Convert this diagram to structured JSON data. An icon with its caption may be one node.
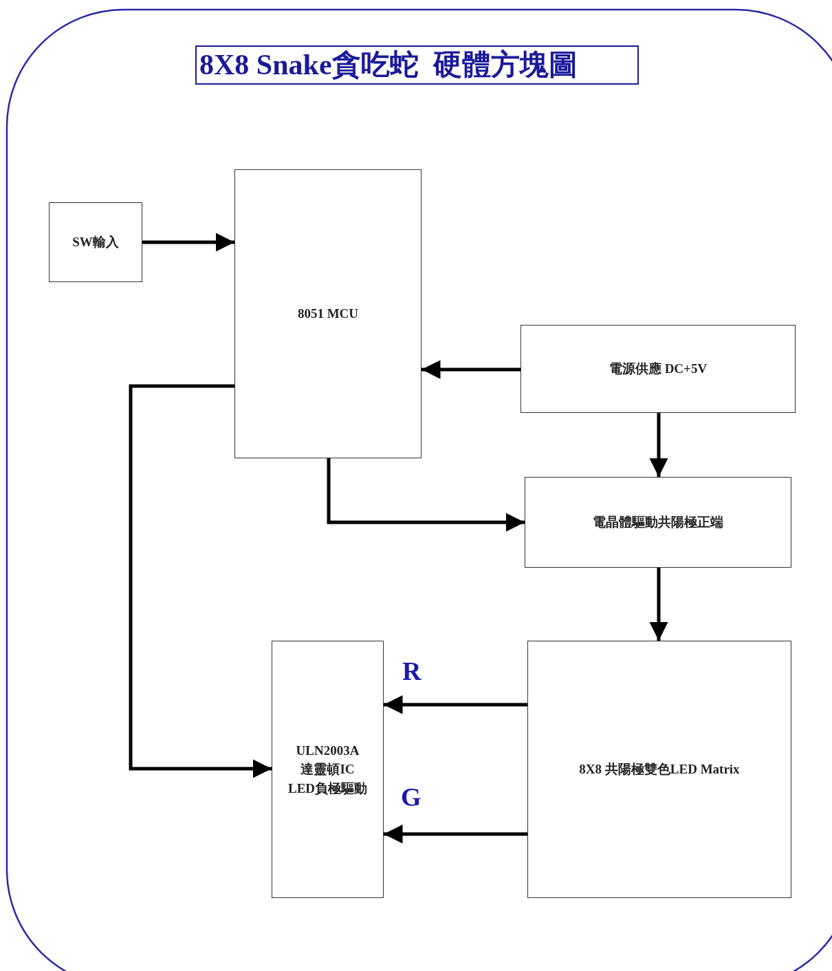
{
  "diagram": {
    "title": "8X8 Snake貪吃蛇  硬體方塊圖",
    "nodes": [
      {
        "text": [
          "SW輸入"
        ]
      },
      {
        "text": [
          "8051 MCU"
        ]
      },
      {
        "text": [
          "電源供應 DC+5V"
        ]
      },
      {
        "text": [
          "電晶體驅動共陽極正端"
        ]
      },
      {
        "text": [
          "ULN2003A",
          "達靈頓IC",
          "LED負極驅動"
        ]
      },
      {
        "text": [
          "8X8 共陽極雙色LED Matrix"
        ]
      }
    ],
    "edges": [
      {
        "from": 0,
        "to": 1,
        "arrow": "to"
      },
      {
        "from": 2,
        "to": 1,
        "arrow": "to"
      },
      {
        "from": 2,
        "to": 3,
        "arrow": "to"
      },
      {
        "from": 1,
        "to": 3,
        "arrow": "to"
      },
      {
        "from": 1,
        "to": 4,
        "arrow": "to"
      },
      {
        "from": 3,
        "to": 5,
        "arrow": "to"
      },
      {
        "from": 5,
        "to": 4,
        "label": "R",
        "arrow": "to"
      },
      {
        "from": 5,
        "to": 4,
        "label": "G",
        "arrow": "to"
      }
    ]
  }
}
